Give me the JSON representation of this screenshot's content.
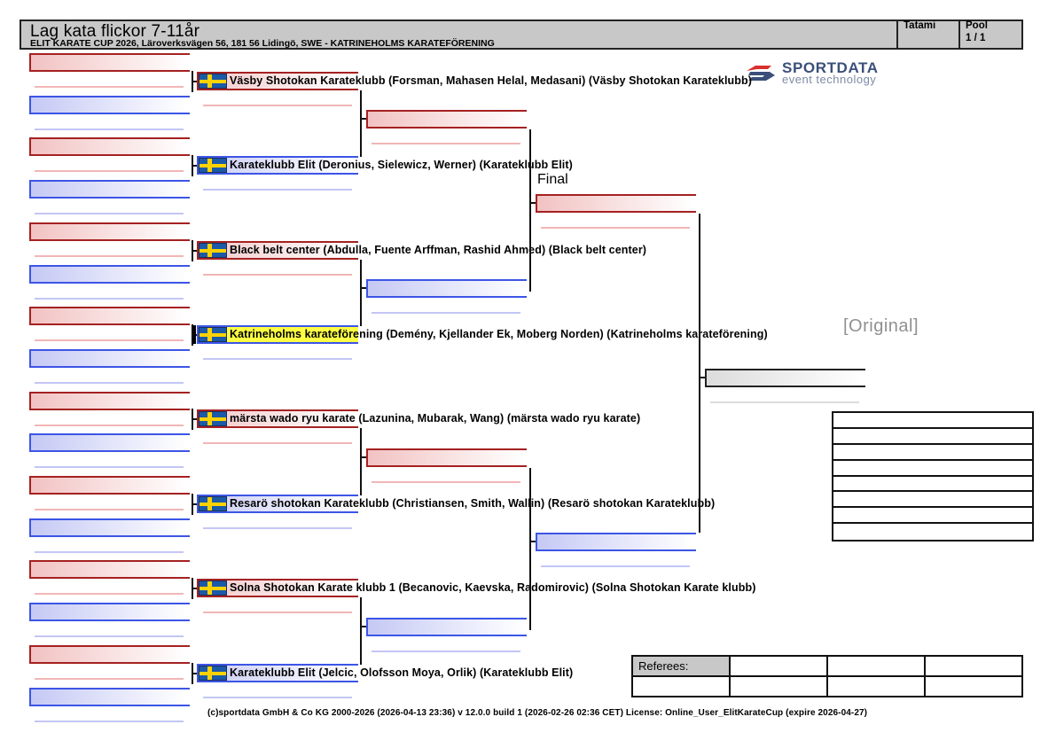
{
  "header": {
    "title": "Lag kata flickor 7-11år",
    "subtitle": "ELIT KARATE CUP 2026, Läroverksvägen 56, 181 56 Lidingö, SWE -  KATRINEHOLMS KARATEFÖRENING",
    "tatami_label": "Tatami",
    "pool_label": "Pool",
    "pool_value": "1 / 1"
  },
  "logo": {
    "name": "SPORTDATA",
    "tagline": "event technology",
    "icon": "sportdata-logo-icon"
  },
  "bracket": {
    "round_label_final": "Final",
    "watermark": "[Original]",
    "colors": {
      "aka": "#a52121",
      "ao": "#3c55e6",
      "highlight": "#ffff44"
    },
    "teams": [
      {
        "name": "Väsby Shotokan Karateklubb (Forsman, Mahasen Helal, Medasani) (Väsby Shotokan Karateklubb)",
        "side": "red",
        "flag": "sweden-flag-icon"
      },
      {
        "name": "Karateklubb Elit (Deronius, Sielewicz, Werner) (Karateklubb Elit)",
        "side": "blue",
        "flag": "sweden-flag-icon"
      },
      {
        "name": "Black belt center (Abdulla, Fuente Arffman, Rashid Ahmed) (Black belt center)",
        "side": "red",
        "flag": "sweden-flag-icon"
      },
      {
        "name": "Katrineholms karateförening (Demény, Kjellander Ek, Moberg Norden) (Katrineholms karateförening)",
        "side": "blue",
        "flag": "sweden-flag-icon",
        "highlighted": true
      },
      {
        "name": "märsta wado ryu karate (Lazunina, Mubarak, Wang) (märsta wado ryu karate)",
        "side": "red",
        "flag": "sweden-flag-icon"
      },
      {
        "name": "Resarö shotokan Karateklubb (Christiansen, Smith, Wallin) (Resarö shotokan Karateklubb)",
        "side": "blue",
        "flag": "sweden-flag-icon"
      },
      {
        "name": "Solna Shotokan Karate klubb 1 (Becanovic, Kaevska, Radomirovic) (Solna Shotokan Karate klubb)",
        "side": "red",
        "flag": "sweden-flag-icon"
      },
      {
        "name": "Karateklubb Elit (Jelcic, Olofsson Moya, Orlik) (Karateklubb Elit)",
        "side": "blue",
        "flag": "sweden-flag-icon"
      }
    ]
  },
  "referees": {
    "label": "Referees:"
  },
  "footer": {
    "text": "(c)sportdata GmbH & Co KG 2000-2026 (2026-04-13 23:36)  v 12.0.0 build 1 (2026-02-26 02:36 CET) License: Online_User_ElitKarateCup (expire 2026-04-27)"
  }
}
